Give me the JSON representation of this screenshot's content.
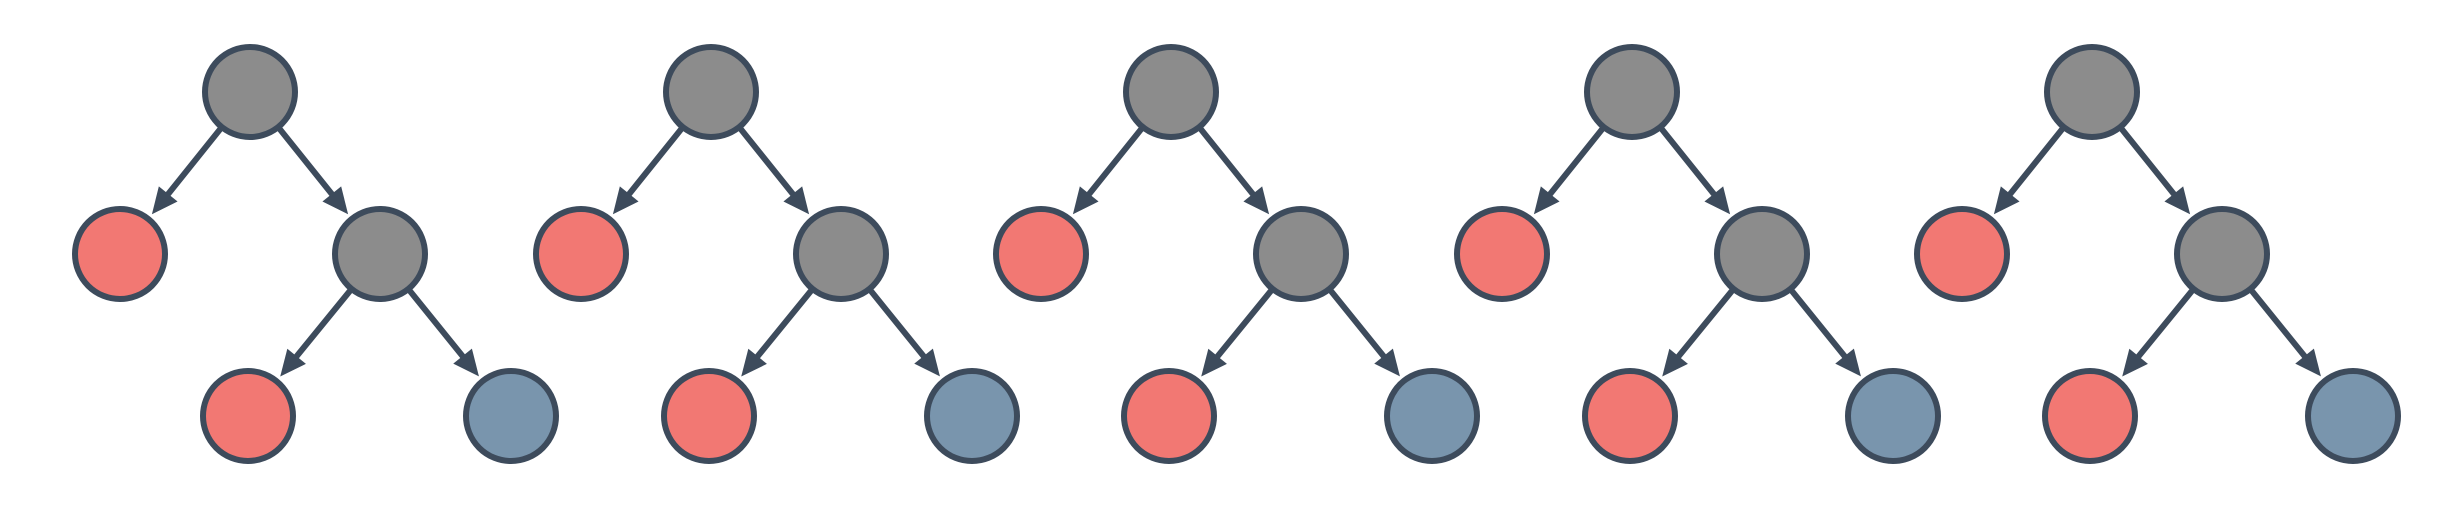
{
  "colors": {
    "internal": "#8c8c8c",
    "red_leaf": "#f27873",
    "blue_leaf": "#7995ad",
    "outline": "#3d4b5c",
    "background": "#ffffff"
  },
  "trees": [
    {
      "nodes": [
        {
          "id": "root",
          "kind": "internal"
        },
        {
          "id": "left-leaf",
          "kind": "red_leaf"
        },
        {
          "id": "right-child",
          "kind": "internal"
        },
        {
          "id": "bottom-left-leaf",
          "kind": "red_leaf"
        },
        {
          "id": "bottom-right-leaf",
          "kind": "blue_leaf"
        }
      ],
      "edges": [
        [
          "root",
          "left-leaf"
        ],
        [
          "root",
          "right-child"
        ],
        [
          "right-child",
          "bottom-left-leaf"
        ],
        [
          "right-child",
          "bottom-right-leaf"
        ]
      ]
    },
    {
      "nodes": [
        {
          "id": "root",
          "kind": "internal"
        },
        {
          "id": "left-leaf",
          "kind": "red_leaf"
        },
        {
          "id": "right-child",
          "kind": "internal"
        },
        {
          "id": "bottom-left-leaf",
          "kind": "red_leaf"
        },
        {
          "id": "bottom-right-leaf",
          "kind": "blue_leaf"
        }
      ],
      "edges": [
        [
          "root",
          "left-leaf"
        ],
        [
          "root",
          "right-child"
        ],
        [
          "right-child",
          "bottom-left-leaf"
        ],
        [
          "right-child",
          "bottom-right-leaf"
        ]
      ]
    },
    {
      "nodes": [
        {
          "id": "root",
          "kind": "internal"
        },
        {
          "id": "left-leaf",
          "kind": "red_leaf"
        },
        {
          "id": "right-child",
          "kind": "internal"
        },
        {
          "id": "bottom-left-leaf",
          "kind": "red_leaf"
        },
        {
          "id": "bottom-right-leaf",
          "kind": "blue_leaf"
        }
      ],
      "edges": [
        [
          "root",
          "left-leaf"
        ],
        [
          "root",
          "right-child"
        ],
        [
          "right-child",
          "bottom-left-leaf"
        ],
        [
          "right-child",
          "bottom-right-leaf"
        ]
      ]
    },
    {
      "nodes": [
        {
          "id": "root",
          "kind": "internal"
        },
        {
          "id": "left-leaf",
          "kind": "red_leaf"
        },
        {
          "id": "right-child",
          "kind": "internal"
        },
        {
          "id": "bottom-left-leaf",
          "kind": "red_leaf"
        },
        {
          "id": "bottom-right-leaf",
          "kind": "blue_leaf"
        }
      ],
      "edges": [
        [
          "root",
          "left-leaf"
        ],
        [
          "root",
          "right-child"
        ],
        [
          "right-child",
          "bottom-left-leaf"
        ],
        [
          "right-child",
          "bottom-right-leaf"
        ]
      ]
    },
    {
      "nodes": [
        {
          "id": "root",
          "kind": "internal"
        },
        {
          "id": "left-leaf",
          "kind": "red_leaf"
        },
        {
          "id": "right-child",
          "kind": "internal"
        },
        {
          "id": "bottom-left-leaf",
          "kind": "red_leaf"
        },
        {
          "id": "bottom-right-leaf",
          "kind": "blue_leaf"
        }
      ],
      "edges": [
        [
          "root",
          "left-leaf"
        ],
        [
          "root",
          "right-child"
        ],
        [
          "right-child",
          "bottom-left-leaf"
        ],
        [
          "right-child",
          "bottom-right-leaf"
        ]
      ]
    }
  ]
}
